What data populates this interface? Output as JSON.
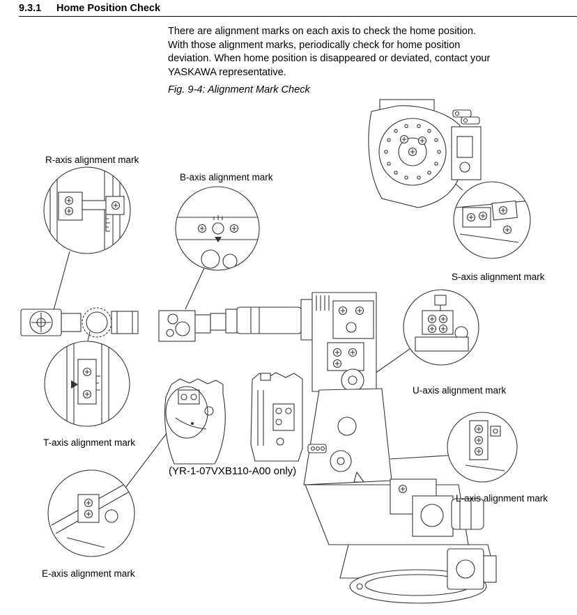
{
  "page": {
    "section_number": "9.3.1",
    "section_title": "Home Position Check",
    "body_lines": [
      "There are alignment marks on each axis to check the home position.",
      "With those alignment marks, periodically check for home position",
      "deviation. When home position is disappeared or deviated, contact your",
      "YASKAWA representative."
    ],
    "figure_caption": "Fig. 9-4: Alignment Mark Check"
  },
  "figure": {
    "labels": {
      "r_axis": "R-axis alignment mark",
      "b_axis": "B-axis alignment mark",
      "s_axis": "S-axis alignment mark",
      "u_axis": "U-axis alignment mark",
      "t_axis": "T-axis alignment mark",
      "l_axis": "L-axis alignment mark",
      "e_axis": "E-axis alignment mark",
      "model_note": "(YR-1-07VXB110-A00 only)"
    }
  }
}
